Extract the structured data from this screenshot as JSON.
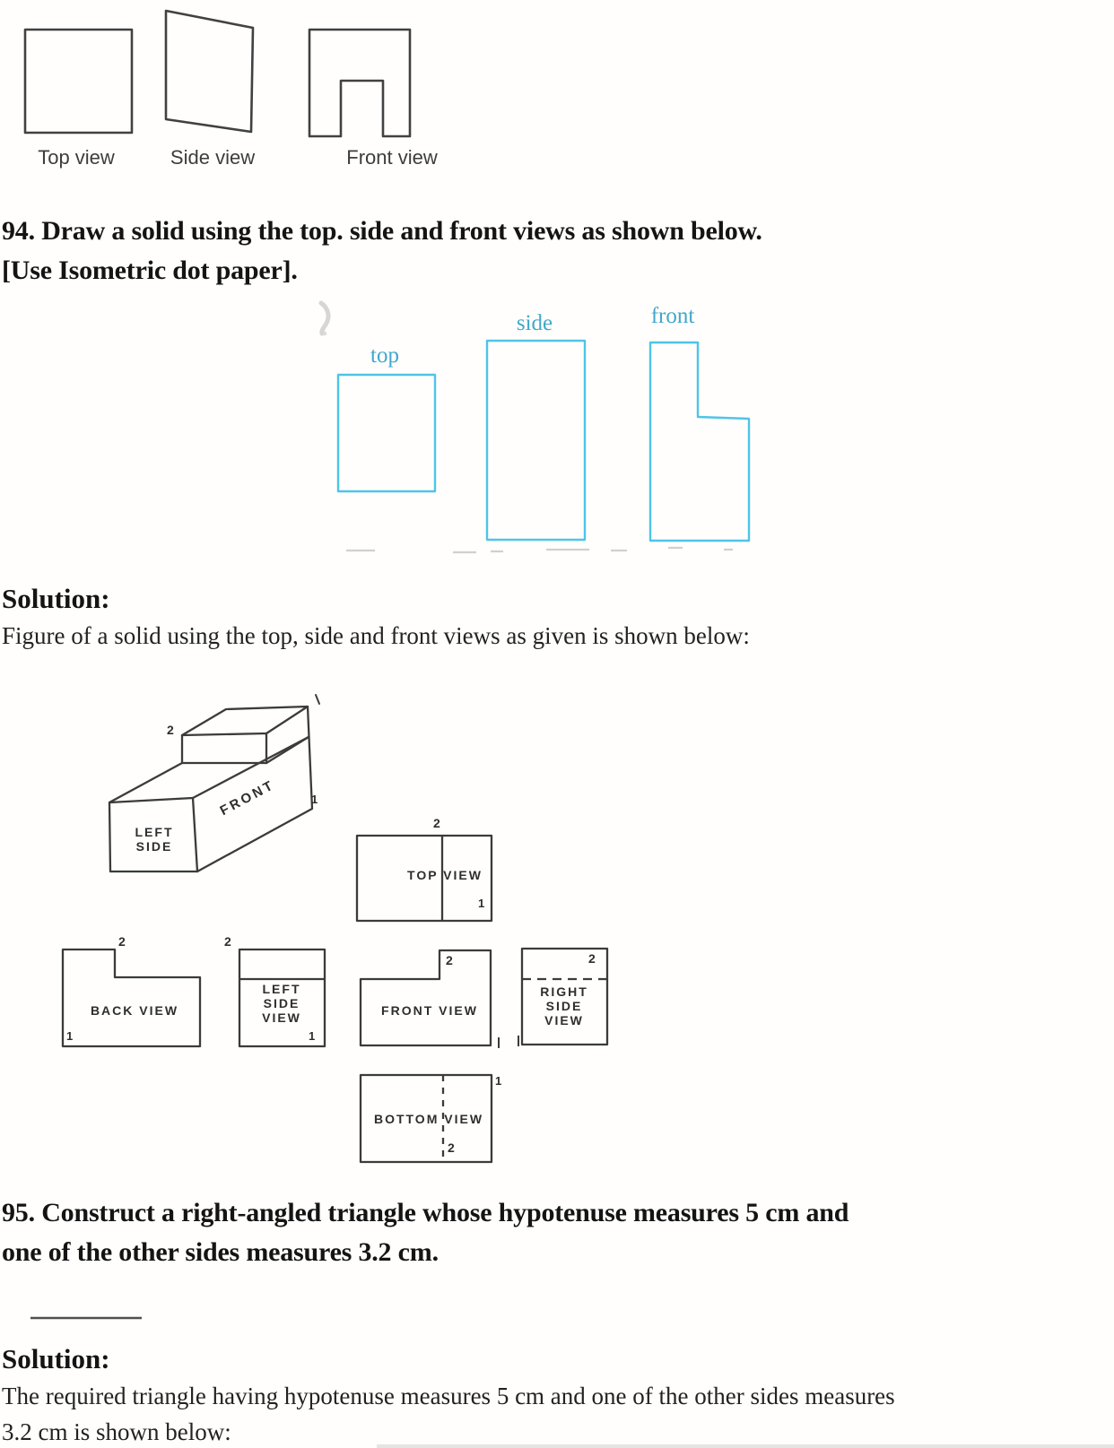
{
  "top_figures": {
    "labels": [
      "Top view",
      "Side view",
      "Front view"
    ]
  },
  "question_94": {
    "line1": "94. Draw a solid using the top. side and front views as shown below.",
    "line2": "[Use Isometric dot paper]."
  },
  "given_views": {
    "top_label": "top",
    "side_label": "side",
    "front_label": "front",
    "stroke_color": "#4ec4e9",
    "label_color": "#41a7cc"
  },
  "solution_94": {
    "heading": "Solution:",
    "body": "Figure of a solid using the top, side and front views as given is shown below:"
  },
  "solid_figure": {
    "left_side_line1": "LEFT",
    "left_side_line2": "SIDE",
    "front_label": "FRONT",
    "dim_2": "2",
    "dim_1": "1"
  },
  "orthographic_views": {
    "top_view": {
      "label": "TOP VIEW",
      "dim_top": "2",
      "dim_bottom_right": "1"
    },
    "back_view": {
      "label": "BACK VIEW",
      "dim_top": "2",
      "dim_bottom_left": "1"
    },
    "left_side_view": {
      "lines": [
        "LEFT",
        "SIDE",
        "VIEW"
      ],
      "dim_top_left": "2",
      "dim_bottom_right": "1"
    },
    "front_view": {
      "label": "FRONT VIEW",
      "dim_top_right": "2"
    },
    "right_side_view": {
      "lines": [
        "RIGHT",
        "SIDE",
        "VIEW"
      ],
      "dim_top_right": "2"
    },
    "bottom_view": {
      "label": "BOTTOM VIEW",
      "dim_bottom": "2",
      "dim_top_right": "1"
    }
  },
  "question_95": {
    "line1": "95. Construct a right-angled triangle whose hypotenuse measures 5 cm and",
    "line2": "one of the other sides measures 3.2 cm."
  },
  "solution_95": {
    "heading": "Solution:",
    "body_line1": "The required triangle having hypotenuse measures 5 cm and one of the other sides measures",
    "body_line2": "3.2 cm is shown below:"
  }
}
